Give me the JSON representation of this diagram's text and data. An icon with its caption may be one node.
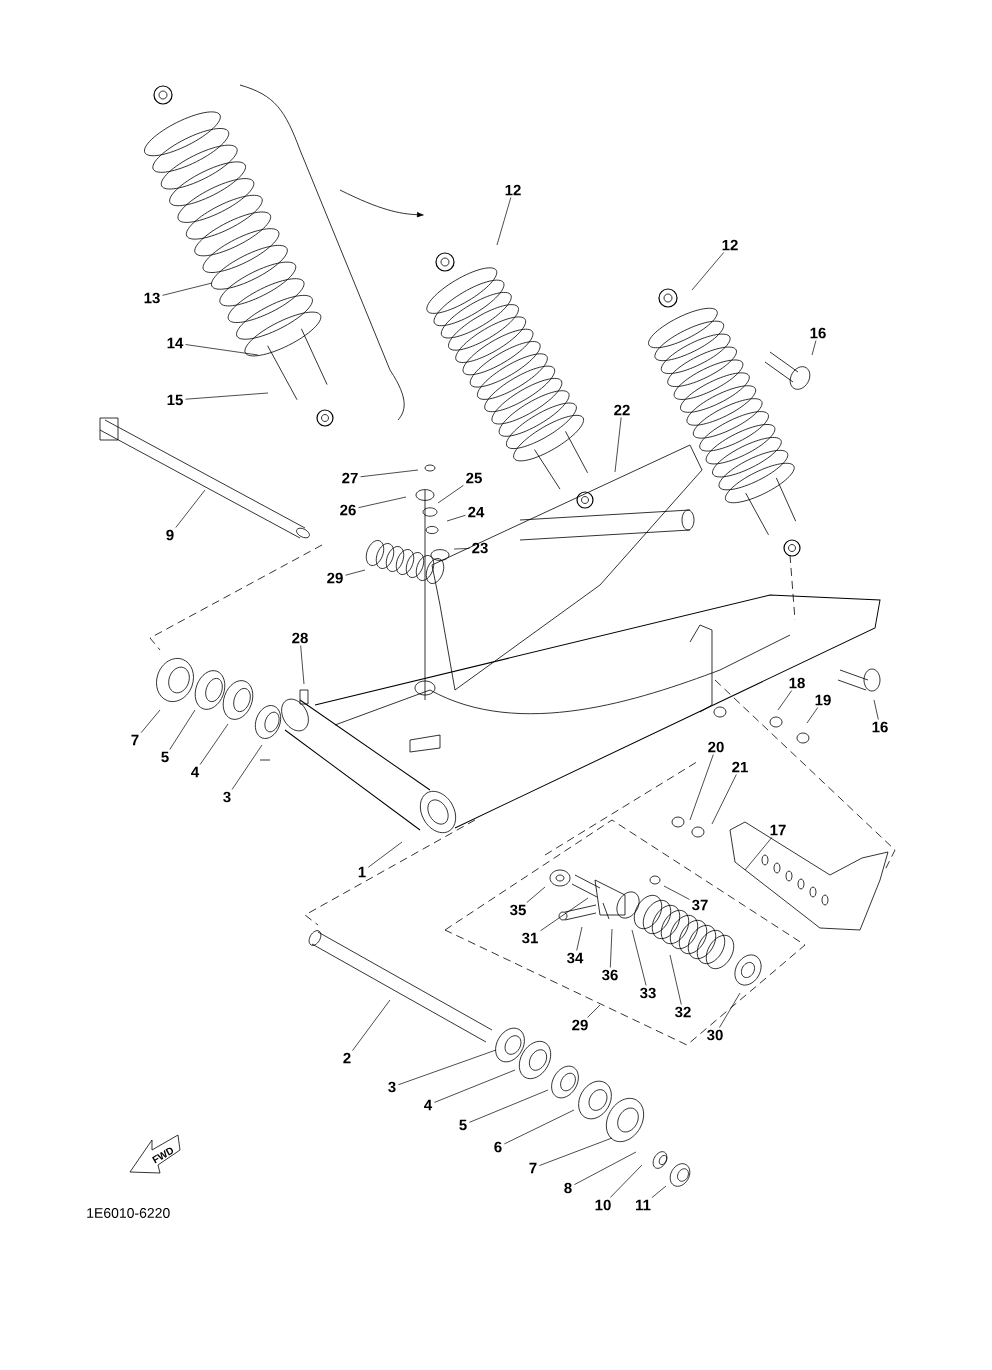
{
  "diagram": {
    "nodes": [
      {
        "text": [
          "13"
        ]
      },
      {
        "text": [
          "14"
        ]
      },
      {
        "text": [
          "15"
        ]
      },
      {
        "text": [
          "12"
        ]
      },
      {
        "text": [
          "12"
        ]
      },
      {
        "text": [
          "16"
        ]
      },
      {
        "text": [
          "27"
        ]
      },
      {
        "text": [
          "25"
        ]
      },
      {
        "text": [
          "26"
        ]
      },
      {
        "text": [
          "24"
        ]
      },
      {
        "text": [
          "22"
        ]
      },
      {
        "text": [
          "9"
        ]
      },
      {
        "text": [
          "23"
        ]
      },
      {
        "text": [
          "29"
        ]
      },
      {
        "text": [
          "28"
        ]
      },
      {
        "text": [
          "7"
        ]
      },
      {
        "text": [
          "5"
        ]
      },
      {
        "text": [
          "4"
        ]
      },
      {
        "text": [
          "3"
        ]
      },
      {
        "text": [
          "16"
        ]
      },
      {
        "text": [
          "18"
        ]
      },
      {
        "text": [
          "19"
        ]
      },
      {
        "text": [
          "20"
        ]
      },
      {
        "text": [
          "21"
        ]
      },
      {
        "text": [
          "17"
        ]
      },
      {
        "text": [
          "1"
        ]
      },
      {
        "text": [
          "35"
        ]
      },
      {
        "text": [
          "37"
        ]
      },
      {
        "text": [
          "31"
        ]
      },
      {
        "text": [
          "34"
        ]
      },
      {
        "text": [
          "36"
        ]
      },
      {
        "text": [
          "33"
        ]
      },
      {
        "text": [
          "32"
        ]
      },
      {
        "text": [
          "30"
        ]
      },
      {
        "text": [
          "29"
        ]
      },
      {
        "text": [
          "2"
        ]
      },
      {
        "text": [
          "3"
        ]
      },
      {
        "text": [
          "4"
        ]
      },
      {
        "text": [
          "5"
        ]
      },
      {
        "text": [
          "6"
        ]
      },
      {
        "text": [
          "7"
        ]
      },
      {
        "text": [
          "8"
        ]
      },
      {
        "text": [
          "10"
        ]
      },
      {
        "text": [
          "11"
        ]
      }
    ],
    "edges": [
      {
        "from": 0,
        "to": null,
        "arrow": "none"
      },
      {
        "from": 1,
        "to": null,
        "arrow": "none"
      },
      {
        "from": 2,
        "to": null,
        "arrow": "none"
      },
      {
        "from": 3,
        "to": null,
        "arrow": "none"
      },
      {
        "from": 4,
        "to": null,
        "arrow": "none"
      },
      {
        "from": 5,
        "to": null,
        "arrow": "none"
      },
      {
        "from": 6,
        "to": null,
        "arrow": "none"
      },
      {
        "from": 7,
        "to": null,
        "arrow": "none"
      },
      {
        "from": 8,
        "to": null,
        "arrow": "none"
      },
      {
        "from": 9,
        "to": null,
        "arrow": "none"
      },
      {
        "from": 10,
        "to": null,
        "arrow": "none"
      },
      {
        "from": 11,
        "to": null,
        "arrow": "none"
      },
      {
        "from": 12,
        "to": null,
        "arrow": "none"
      },
      {
        "from": 13,
        "to": null,
        "arrow": "none"
      },
      {
        "from": 14,
        "to": null,
        "arrow": "none"
      },
      {
        "from": 15,
        "to": null,
        "arrow": "none"
      },
      {
        "from": 16,
        "to": null,
        "arrow": "none"
      },
      {
        "from": 17,
        "to": null,
        "arrow": "none"
      },
      {
        "from": 18,
        "to": null,
        "arrow": "none"
      },
      {
        "from": 19,
        "to": null,
        "arrow": "none"
      },
      {
        "from": 20,
        "to": null,
        "arrow": "none"
      },
      {
        "from": 21,
        "to": null,
        "arrow": "none"
      },
      {
        "from": 22,
        "to": null,
        "arrow": "none"
      },
      {
        "from": 23,
        "to": null,
        "arrow": "none"
      },
      {
        "from": 24,
        "to": null,
        "arrow": "none"
      },
      {
        "from": 25,
        "to": null,
        "arrow": "none"
      },
      {
        "from": 26,
        "to": null,
        "arrow": "none"
      },
      {
        "from": 27,
        "to": null,
        "arrow": "none"
      },
      {
        "from": 28,
        "to": null,
        "arrow": "none"
      },
      {
        "from": 29,
        "to": null,
        "arrow": "none"
      },
      {
        "from": 30,
        "to": null,
        "arrow": "none"
      },
      {
        "from": 31,
        "to": null,
        "arrow": "none"
      },
      {
        "from": 32,
        "to": null,
        "arrow": "none"
      },
      {
        "from": 33,
        "to": null,
        "arrow": "none"
      },
      {
        "from": 34,
        "to": null,
        "arrow": "none"
      },
      {
        "from": 35,
        "to": null,
        "arrow": "none"
      },
      {
        "from": 36,
        "to": null,
        "arrow": "none"
      },
      {
        "from": 37,
        "to": null,
        "arrow": "none"
      },
      {
        "from": 38,
        "to": null,
        "arrow": "none"
      },
      {
        "from": 39,
        "to": null,
        "arrow": "none"
      },
      {
        "from": 40,
        "to": null,
        "arrow": "none"
      },
      {
        "from": 41,
        "to": null,
        "arrow": "none"
      },
      {
        "from": 42,
        "to": null,
        "arrow": "none"
      },
      {
        "from": 43,
        "to": null,
        "arrow": "none"
      }
    ],
    "labels": [
      "FWD",
      "1E6010-6220"
    ]
  }
}
